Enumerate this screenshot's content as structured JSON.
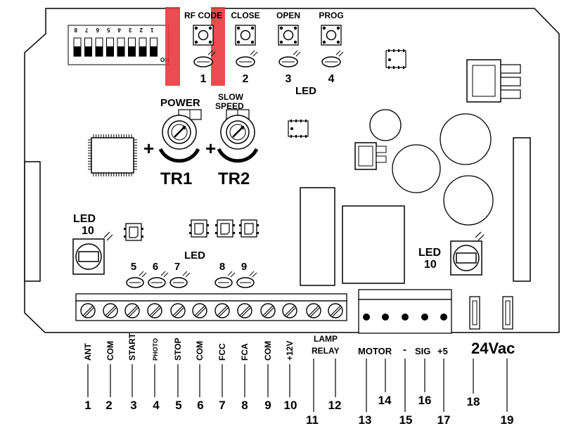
{
  "top_buttons": [
    {
      "label": "RF CODE",
      "led_number": "1"
    },
    {
      "label": "CLOSE",
      "led_number": "2"
    },
    {
      "label": "OPEN",
      "led_number": "3"
    },
    {
      "label": "PROG",
      "led_number": "4"
    }
  ],
  "led_title_top": "LED",
  "dip_switch": {
    "numbers": [
      "8",
      "7",
      "6",
      "5",
      "4",
      "3",
      "2",
      "1"
    ],
    "on_label": "ON"
  },
  "trimmers": [
    {
      "caption": "POWER",
      "name": "TR1"
    },
    {
      "caption_line1": "SLOW",
      "caption_line2": "SPEED",
      "name": "TR2"
    }
  ],
  "plus_sign": "+",
  "led10_left": {
    "line1": "LED",
    "line2": "10"
  },
  "led10_right": {
    "line1": "LED",
    "line2": "10"
  },
  "led_title_mid": "LED",
  "mid_leds": [
    "5",
    "6",
    "7",
    "8",
    "9"
  ],
  "terminal_labels": [
    "ANT",
    "COM",
    "START",
    "PHOTO",
    "STOP",
    "COM",
    "FCC",
    "FCA",
    "COM",
    "+12V"
  ],
  "lamp_relay": {
    "line1": "LAMP",
    "line2": "RELAY"
  },
  "motor_labels": [
    "MOTOR",
    "-",
    "SIG",
    "+5"
  ],
  "ac_label": "24Vac",
  "bottom_numbers": [
    "1",
    "2",
    "3",
    "4",
    "5",
    "6",
    "7",
    "8",
    "9",
    "10",
    "11",
    "12",
    "13",
    "14",
    "15",
    "16",
    "17",
    "18",
    "19"
  ],
  "colors": {
    "highlight": "#e8383d",
    "ink": "#000000",
    "board": "#ffffff"
  }
}
